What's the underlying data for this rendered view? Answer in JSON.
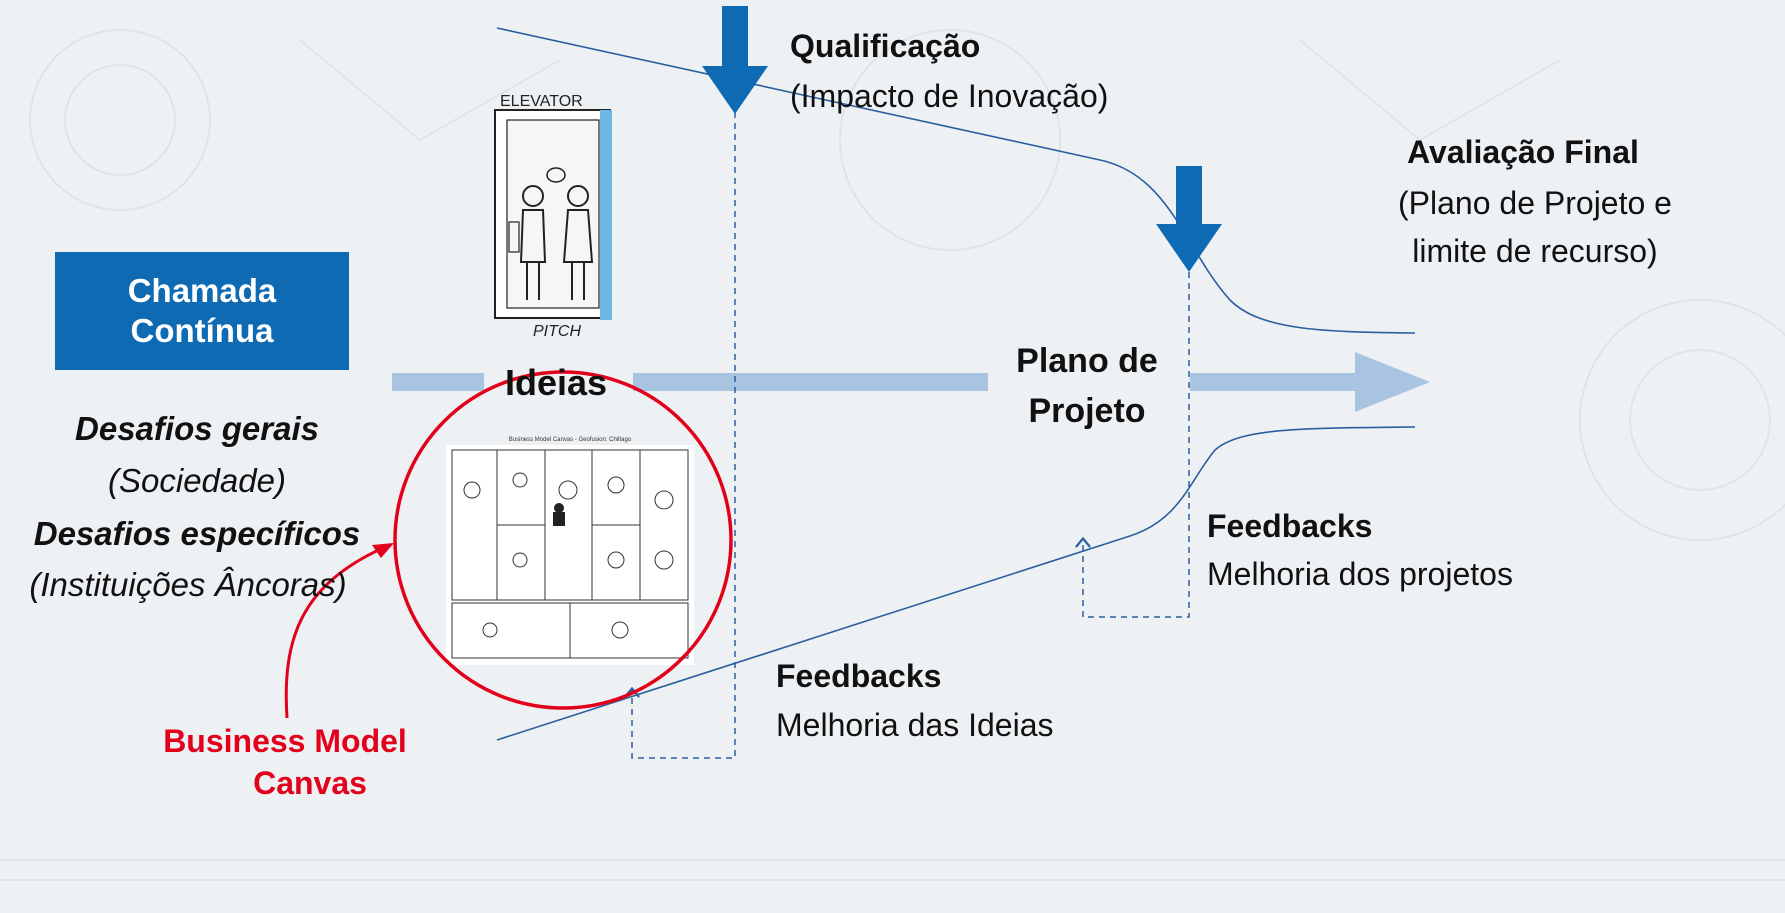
{
  "chamada": {
    "line1": "Chamada",
    "line2": "Contínua"
  },
  "desafios": {
    "gerais": "Desafios gerais",
    "sociedade": "(Sociedade)",
    "especificos": "Desafios específicos",
    "instituicoes": "(Instituições Âncoras)"
  },
  "ideias": "Ideias",
  "elevator_pitch": {
    "top": "ELEVATOR",
    "bottom": "PITCH"
  },
  "canvas_sheet_title": "Business Model Canvas - Geofusion: Chiltago",
  "business_model_canvas": {
    "line1": "Business Model",
    "line2": "Canvas"
  },
  "qualificacao": {
    "title": "Qualificação",
    "subtitle": "(Impacto de Inovação)"
  },
  "avaliacao_final": {
    "title": "Avaliação Final",
    "line1": "(Plano de Projeto e",
    "line2": "limite de recurso)"
  },
  "plano_de_projeto": {
    "line1": "Plano de",
    "line2": "Projeto"
  },
  "feedbacks_projetos": {
    "title": "Feedbacks",
    "subtitle": "Melhoria dos projetos"
  },
  "feedbacks_ideias": {
    "title": "Feedbacks",
    "subtitle": "Melhoria das Ideias"
  },
  "colors": {
    "primary_blue": "#0f6ab4",
    "light_arrow": "#a9c4e0",
    "funnel_line": "#2a5f9e",
    "highlight_red": "#e3001b"
  }
}
